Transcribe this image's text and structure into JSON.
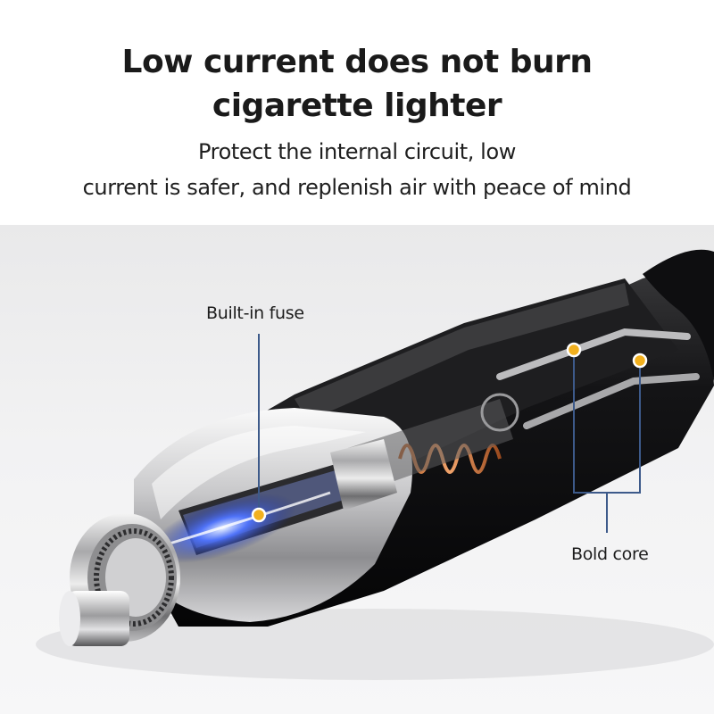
{
  "header": {
    "title_line1": "Low current does not burn",
    "title_line2": "cigarette lighter",
    "subtitle_line1": "Protect the internal circuit, low",
    "subtitle_line2": "current is safer, and replenish air with peace of mind"
  },
  "callouts": {
    "fuse_label": "Built-in fuse",
    "core_label": "Bold core"
  },
  "colors": {
    "marker_dot": "#f2b01e",
    "leader_line": "#3d5a8a",
    "fuse_glow": "#3a5cff"
  }
}
